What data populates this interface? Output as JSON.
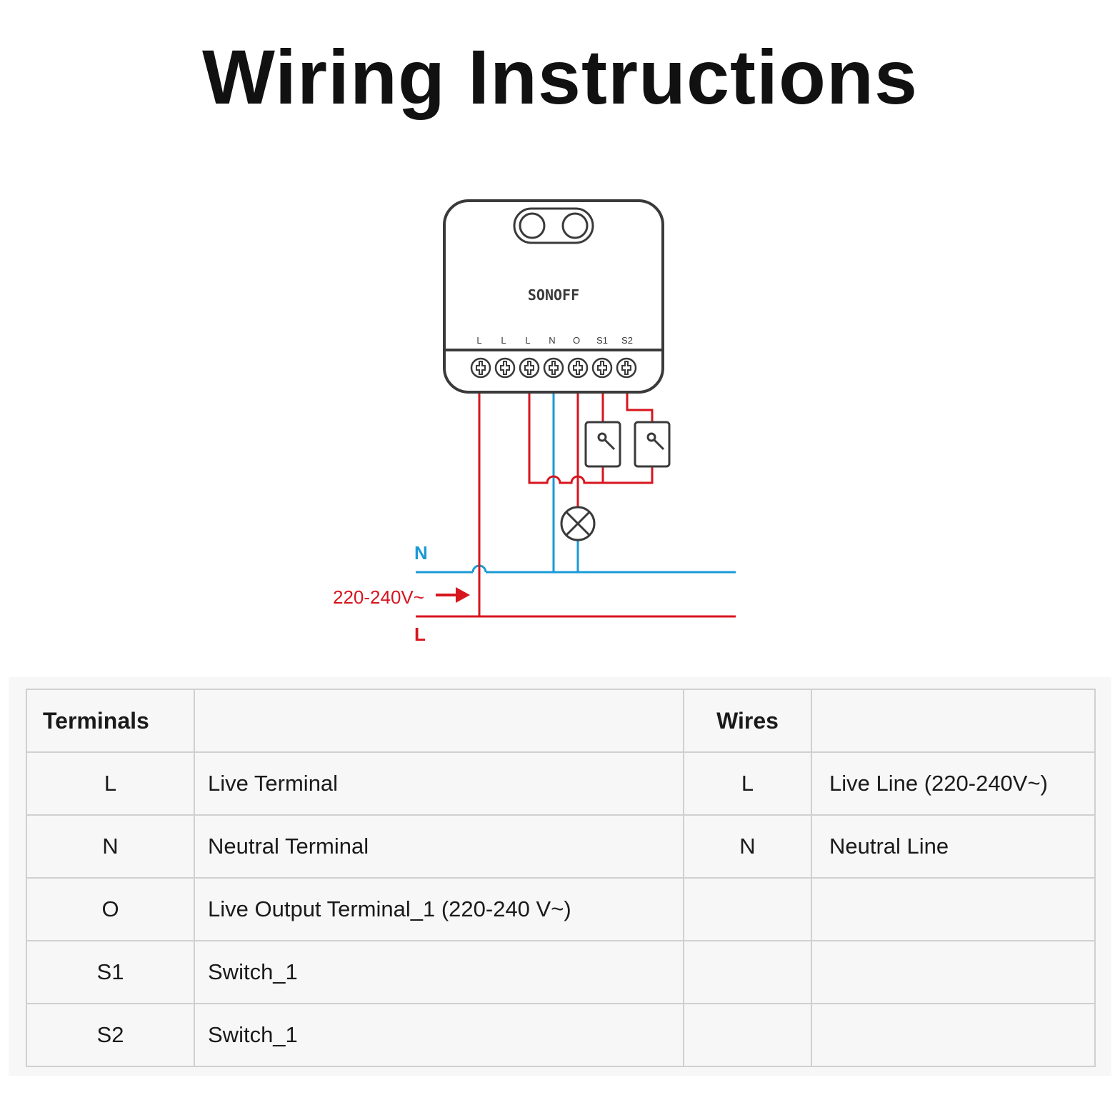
{
  "title": "Wiring Instructions",
  "device": {
    "brand": "SONOFF",
    "terminal_labels": [
      "L",
      "L",
      "L",
      "N",
      "O",
      "S1",
      "S2"
    ]
  },
  "mains": {
    "neutral_label": "N",
    "live_label": "L",
    "voltage_label": "220-240V~"
  },
  "colors": {
    "live": "#d7151e",
    "neutral": "#1a9ad6",
    "device": "#3a3a3a"
  },
  "table": {
    "headers": [
      "Terminals",
      "",
      "Wires",
      ""
    ],
    "rows": [
      {
        "terminal": "L",
        "description": "Live Terminal",
        "wire": "L",
        "wire_description": "Live Line (220-240V~)"
      },
      {
        "terminal": "N",
        "description": "Neutral Terminal",
        "wire": "N",
        "wire_description": "Neutral Line"
      },
      {
        "terminal": "O",
        "description": "Live Output Terminal_1 (220-240 V~)",
        "wire": "",
        "wire_description": ""
      },
      {
        "terminal": "S1",
        "description": "Switch_1",
        "wire": "",
        "wire_description": ""
      },
      {
        "terminal": "S2",
        "description": "Switch_1",
        "wire": "",
        "wire_description": ""
      }
    ]
  }
}
